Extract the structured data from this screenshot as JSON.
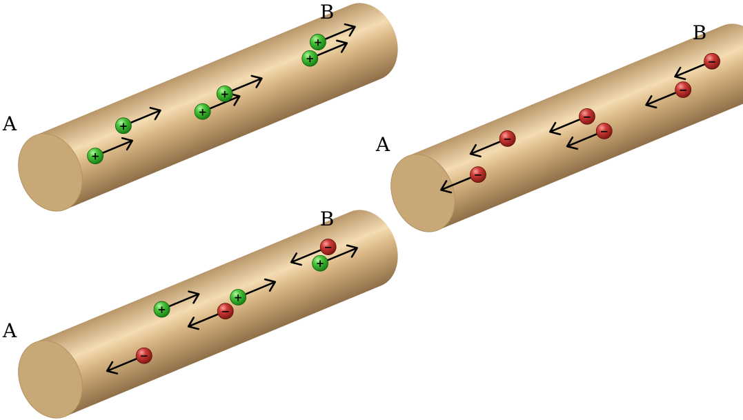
{
  "diagrams": [
    {
      "end_labels": {
        "start": "A",
        "end": "B"
      },
      "charges": [
        {
          "sign": "+",
          "direction": "to-B"
        },
        {
          "sign": "+",
          "direction": "to-B"
        },
        {
          "sign": "+",
          "direction": "to-B"
        },
        {
          "sign": "+",
          "direction": "to-B"
        },
        {
          "sign": "+",
          "direction": "to-B"
        },
        {
          "sign": "+",
          "direction": "to-B"
        }
      ]
    },
    {
      "end_labels": {
        "start": "A",
        "end": "B"
      },
      "charges": [
        {
          "sign": "−",
          "direction": "to-A"
        },
        {
          "sign": "−",
          "direction": "to-A"
        },
        {
          "sign": "−",
          "direction": "to-A"
        },
        {
          "sign": "−",
          "direction": "to-A"
        },
        {
          "sign": "−",
          "direction": "to-A"
        },
        {
          "sign": "−",
          "direction": "to-A"
        }
      ]
    },
    {
      "end_labels": {
        "start": "A",
        "end": "B"
      },
      "charges": [
        {
          "sign": "−",
          "direction": "to-A"
        },
        {
          "sign": "+",
          "direction": "to-B"
        },
        {
          "sign": "−",
          "direction": "to-A"
        },
        {
          "sign": "+",
          "direction": "to-B"
        },
        {
          "sign": "+",
          "direction": "to-B"
        },
        {
          "sign": "−",
          "direction": "to-A"
        }
      ]
    }
  ],
  "colors": {
    "rod": "#d9b684",
    "positive_charge": "#2fae28",
    "negative_charge": "#c9302c"
  }
}
